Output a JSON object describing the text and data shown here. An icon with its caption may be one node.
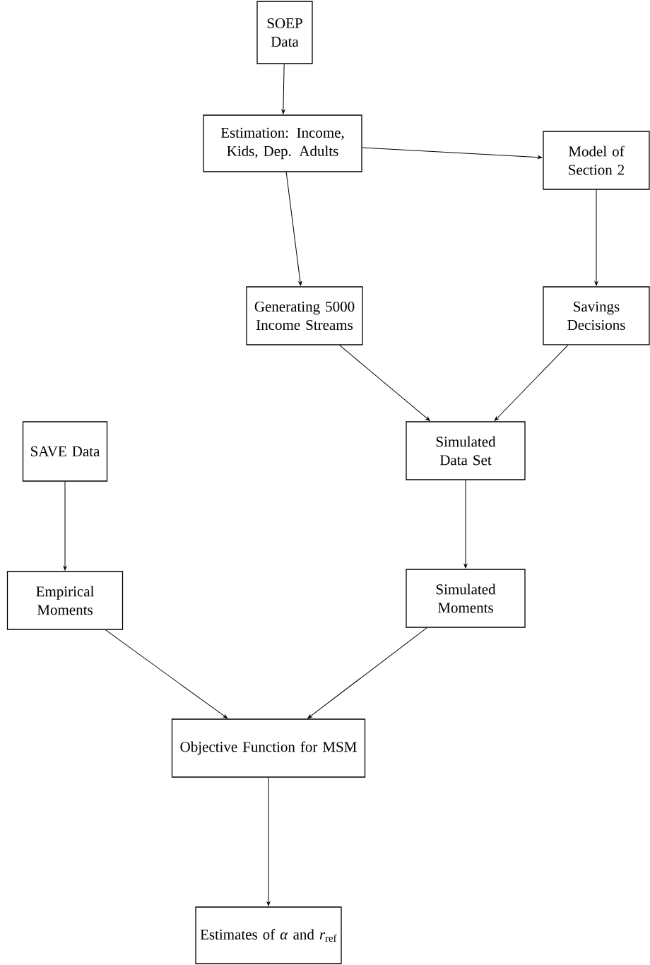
{
  "diagram": {
    "nodes": [
      {
        "text": [
          "SOEP Data"
        ]
      },
      {
        "text": [
          "Estimation: Income, Kids, Dep. Adults"
        ]
      },
      {
        "text": [
          "Model of Section 2"
        ]
      },
      {
        "text": [
          "Generating 5000 Income Streams"
        ]
      },
      {
        "text": [
          "Savings Decisions"
        ]
      },
      {
        "text": [
          "SAVE Data"
        ]
      },
      {
        "text": [
          "Simulated Data Set"
        ]
      },
      {
        "text": [
          "Empirical Moments"
        ]
      },
      {
        "text": [
          "Simulated Moments"
        ]
      },
      {
        "text": [
          "Objective Function for MSM"
        ]
      },
      {
        "text": [
          "Estimates of *α* and *r*$_{ref}$"
        ]
      }
    ],
    "edges": [
      {
        "from": 0,
        "to": 1,
        "arrow": "to"
      },
      {
        "from": 1,
        "to": 2,
        "arrow": "to"
      },
      {
        "from": 1,
        "to": 3,
        "arrow": "to"
      },
      {
        "from": 2,
        "to": 4,
        "arrow": "to"
      },
      {
        "from": 3,
        "to": 6,
        "arrow": "to"
      },
      {
        "from": 4,
        "to": 6,
        "arrow": "to"
      },
      {
        "from": 5,
        "to": 7,
        "arrow": "to"
      },
      {
        "from": 6,
        "to": 8,
        "arrow": "to"
      },
      {
        "from": 7,
        "to": 9,
        "arrow": "to"
      },
      {
        "from": 8,
        "to": 9,
        "arrow": "to"
      },
      {
        "from": 9,
        "to": 10,
        "arrow": "to"
      }
    ]
  }
}
